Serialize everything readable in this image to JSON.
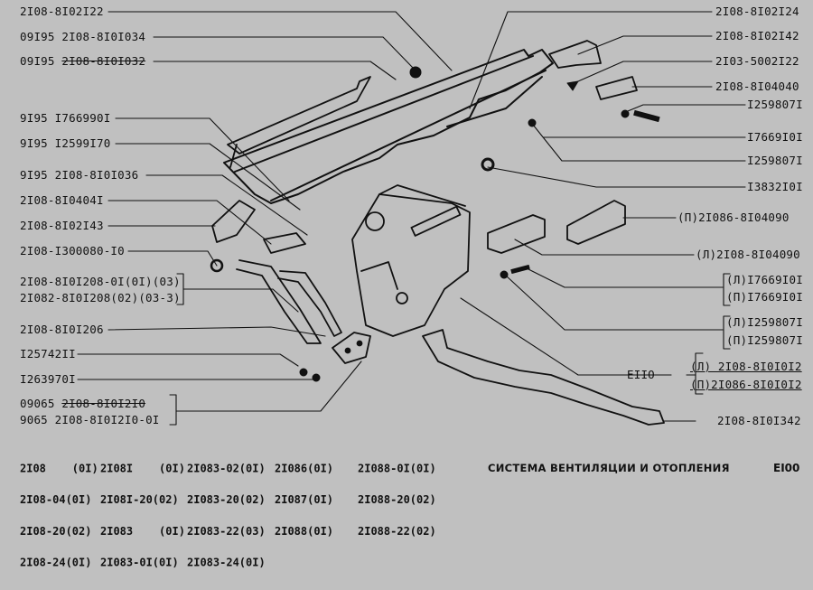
{
  "diagram": {
    "title": "СИСТЕМА ВЕНТИЛЯЦИИ И ОТОПЛЕНИЯ",
    "page_code": "EI00",
    "colors": {
      "background": "#c0c0c0",
      "ink": "#111111"
    },
    "left_labels": [
      {
        "prefix": "",
        "code": "2I08-8I02I22",
        "struck": false
      },
      {
        "prefix": "09I95 ",
        "code": "2I08-8I0I034",
        "struck": false
      },
      {
        "prefix": "09I95 ",
        "code": "2I08-8I0I032",
        "struck": true
      },
      {
        "prefix": "9I95 ",
        "code": "I766990I",
        "struck": false
      },
      {
        "prefix": "9I95 ",
        "code": "I2599I70",
        "struck": false
      },
      {
        "prefix": "9I95 ",
        "code": "2I08-8I0I036",
        "struck": false
      },
      {
        "prefix": "",
        "code": "2I08-8I0404I",
        "struck": false
      },
      {
        "prefix": "",
        "code": "2I08-8I02I43",
        "struck": false
      },
      {
        "prefix": "",
        "code": "2I08-I300080-I0",
        "struck": false
      },
      {
        "prefix": "",
        "code": "2I08-8I0I208-0I(0I)(03)",
        "struck": false
      },
      {
        "prefix": "",
        "code": "2I082-8I0I208(02)(03-3)",
        "struck": false
      },
      {
        "prefix": "",
        "code": "2I08-8I0I206",
        "struck": false
      },
      {
        "prefix": "",
        "code": "I25742II",
        "struck": false
      },
      {
        "prefix": "",
        "code": "I263970I",
        "struck": false
      },
      {
        "prefix": "09065 ",
        "code": "2I08-8I0I2I0",
        "struck": true
      },
      {
        "prefix": "9065  ",
        "code": "2I08-8I0I2I0-0I",
        "struck": false
      }
    ],
    "right_labels": [
      {
        "text": "2I08-8I02I24"
      },
      {
        "text": "2I08-8I02I42"
      },
      {
        "text": "2I03-5002I22"
      },
      {
        "text": "2I08-8I04040"
      },
      {
        "text": "I259807I"
      },
      {
        "text": "I7669I0I"
      },
      {
        "text": "I259807I"
      },
      {
        "text": "I3832I0I"
      },
      {
        "text": "(П)2I086-8I04090"
      },
      {
        "text": "(Л)2I08-8I04090"
      },
      {
        "text": "(Л)I7669I0I"
      },
      {
        "text": "(П)I7669I0I"
      },
      {
        "text": "(Л)I259807I"
      },
      {
        "text": "(П)I259807I"
      },
      {
        "text": "(Л) 2I08-8I0I0I2"
      },
      {
        "text": "(П)2I086-8I0I0I2"
      },
      {
        "text": "2I08-8I0I342"
      }
    ],
    "assembly_code": "EIIO",
    "models": [
      [
        "2I08    (0I)",
        "2I08-04(0I)",
        "2I08-20(02)",
        "2I08-24(0I)"
      ],
      [
        "2I08I    (0I)",
        "2I08I-20(02)",
        "2I083    (0I)",
        "2I083-0I(0I)"
      ],
      [
        "2I083-02(0I)",
        "2I083-20(02)",
        "2I083-22(03)",
        "2I083-24(0I)"
      ],
      [
        "2I086(0I)",
        "2I087(0I)",
        "2I088(0I)"
      ],
      [
        "2I088-0I(0I)",
        "2I088-20(02)",
        "2I088-22(02)"
      ]
    ]
  }
}
